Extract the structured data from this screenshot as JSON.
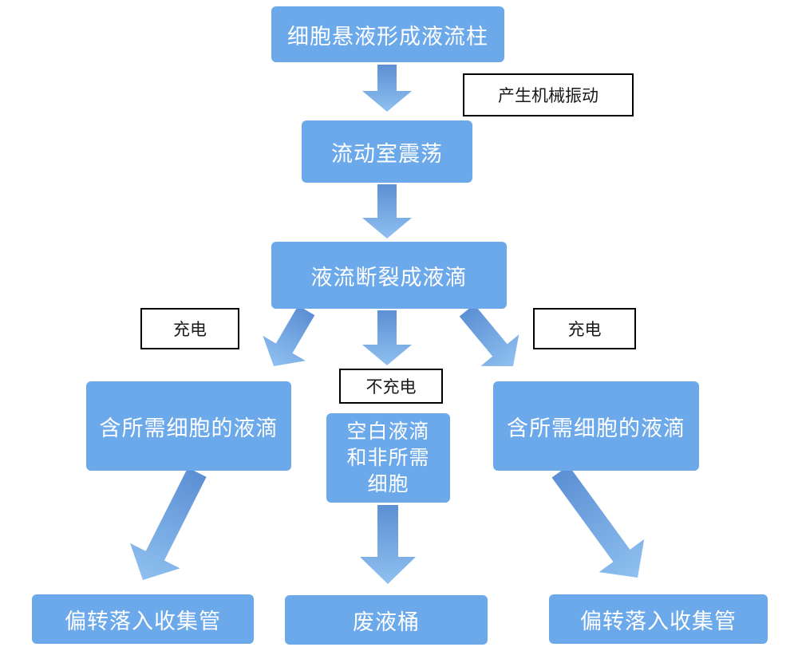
{
  "diagram": {
    "type": "flowchart",
    "topic": "流式细胞分选（液滴充电偏转）流程",
    "nodes": {
      "top": {
        "text": "细胞悬液形成液流柱"
      },
      "chamber": {
        "text": "流动室震荡"
      },
      "break_up": {
        "text": "液流断裂成液滴"
      },
      "droplet_left": {
        "text": "含所需细胞的液滴"
      },
      "droplet_center": {
        "text": "空白液滴\n和非所需\n细胞"
      },
      "droplet_right": {
        "text": "含所需细胞的液滴"
      },
      "collect_left": {
        "text": "偏转落入收集管"
      },
      "waste": {
        "text": "废液桶"
      },
      "collect_right": {
        "text": "偏转落入收集管"
      }
    },
    "labels": {
      "vibration": {
        "text": "产生机械振动"
      },
      "charge_left": {
        "text": "充电"
      },
      "no_charge": {
        "text": "不充电"
      },
      "charge_right": {
        "text": "充电"
      }
    },
    "edges": [
      {
        "from": "top",
        "to": "chamber",
        "label": "产生机械振动"
      },
      {
        "from": "chamber",
        "to": "break_up",
        "label": ""
      },
      {
        "from": "break_up",
        "to": "droplet_left",
        "label": "充电"
      },
      {
        "from": "break_up",
        "to": "droplet_center",
        "label": "不充电"
      },
      {
        "from": "break_up",
        "to": "droplet_right",
        "label": "充电"
      },
      {
        "from": "droplet_left",
        "to": "collect_left",
        "label": ""
      },
      {
        "from": "droplet_center",
        "to": "waste",
        "label": ""
      },
      {
        "from": "droplet_right",
        "to": "collect_right",
        "label": ""
      }
    ],
    "colors": {
      "background": "#FFFFFF",
      "node_fill": "#6CA9EB",
      "node_text": "#FFFFFF",
      "arrow_start": "#5C8FD4",
      "arrow_end": "#8FC0F0",
      "label_border": "#000000",
      "label_text": "#1A1A1A"
    }
  }
}
